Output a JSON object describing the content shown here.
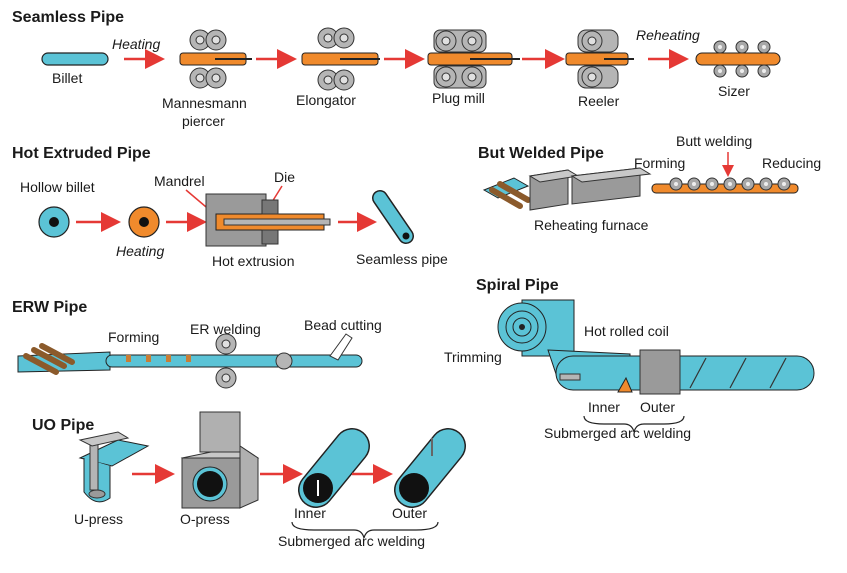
{
  "seamless": {
    "title": "Seamless Pipe",
    "billet": "Billet",
    "heating": "Heating",
    "mannesmann_1": "Mannesmann",
    "mannesmann_2": "piercer",
    "elongator": "Elongator",
    "plug_mill": "Plug mill",
    "reeler": "Reeler",
    "reheating": "Reheating",
    "sizer": "Sizer"
  },
  "hot_extruded": {
    "title": "Hot Extruded Pipe",
    "hollow_billet": "Hollow billet",
    "heating": "Heating",
    "mandrel": "Mandrel",
    "die": "Die",
    "hot_extrusion": "Hot extrusion",
    "seamless_pipe": "Seamless pipe"
  },
  "butt_welded": {
    "title": "But Welded Pipe",
    "forming": "Forming",
    "butt_welding": "Butt welding",
    "reducing": "Reducing",
    "reheating_furnace": "Reheating furnace"
  },
  "erw": {
    "title": "ERW Pipe",
    "forming": "Forming",
    "er_welding": "ER welding",
    "bead_cutting": "Bead cutting"
  },
  "spiral": {
    "title": "Spiral Pipe",
    "hot_rolled_coil": "Hot rolled coil",
    "trimming": "Trimming",
    "inner": "Inner",
    "outer": "Outer",
    "saw": "Submerged arc welding"
  },
  "uo": {
    "title": "UO Pipe",
    "u_press": "U-press",
    "o_press": "O-press",
    "inner": "Inner",
    "outer": "Outer",
    "saw": "Submerged arc welding"
  },
  "colors": {
    "pipe_blue": "#5bc3d6",
    "hot_orange": "#f08a2c",
    "arrow_red": "#e53935",
    "machine_gray": "#9a9a9a"
  }
}
